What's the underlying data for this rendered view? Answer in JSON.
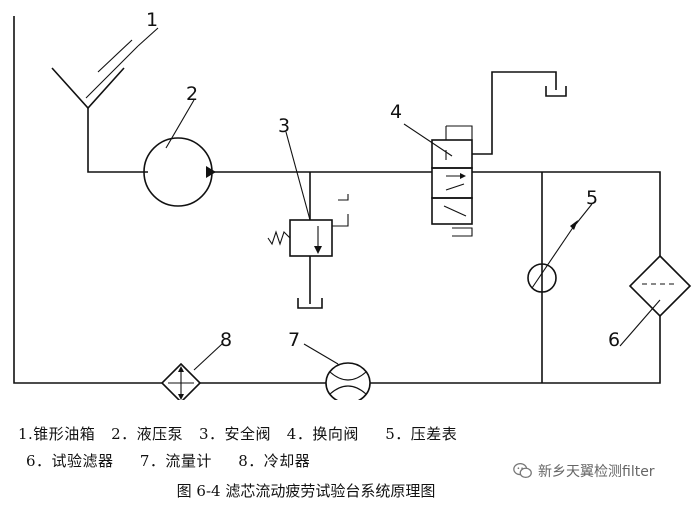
{
  "labels": {
    "n1": "1",
    "n2": "2",
    "n3": "3",
    "n4": "4",
    "n5": "5",
    "n6": "6",
    "n7": "7",
    "n8": "8"
  },
  "legend": {
    "row1": "1.锥形油箱   2．液压泵   3．安全阀   4．换向阀     5．压差表",
    "row2": "6．试验滤器     7．流量计     8．冷却器"
  },
  "caption": "图 6-4 滤芯流动疲劳试验台系统原理图",
  "watermark": "新乡天翼检测filter",
  "icons": {
    "watermark": "wechat-logo-icon"
  }
}
